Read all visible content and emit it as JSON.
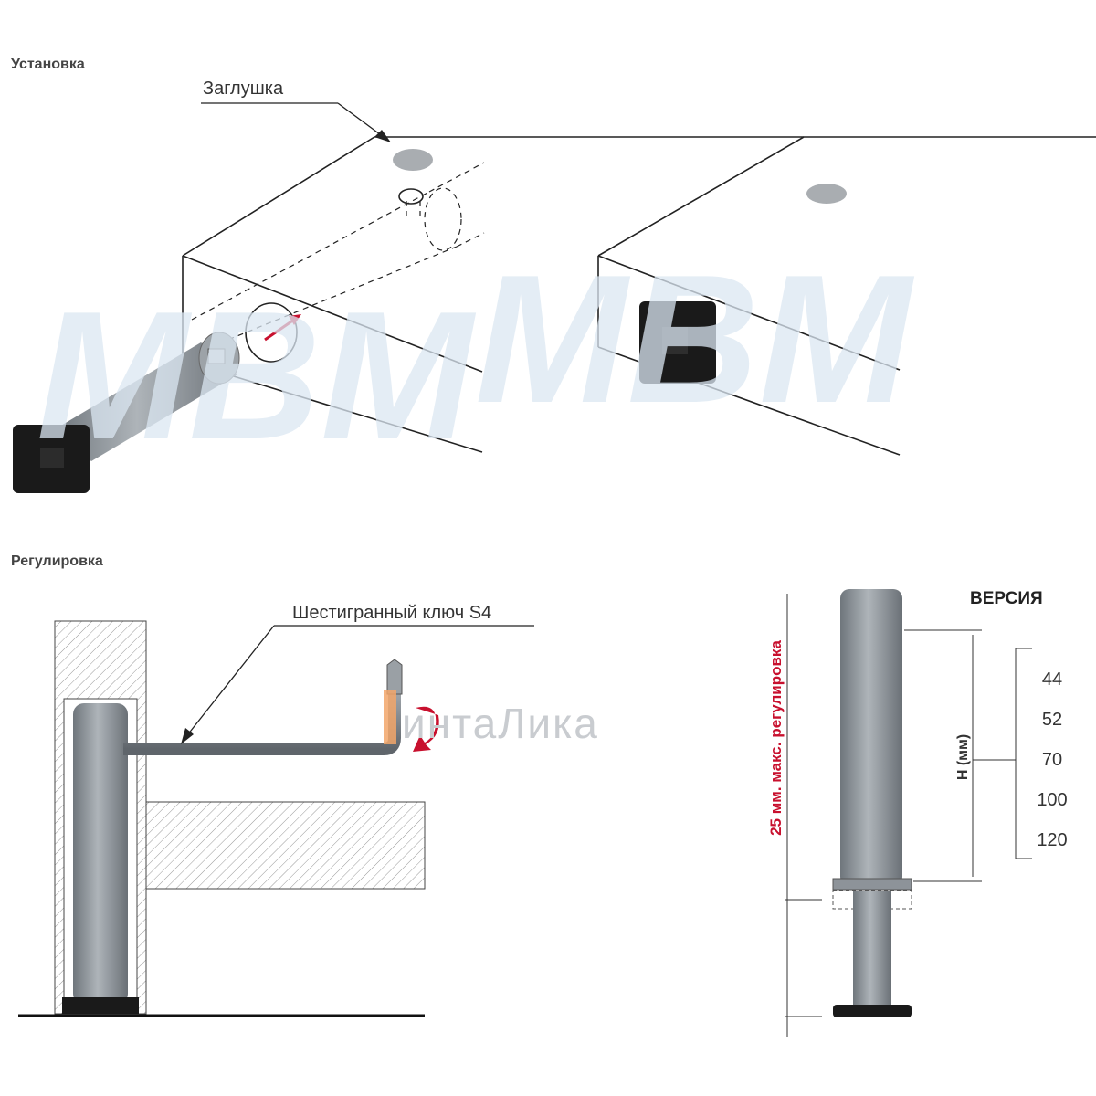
{
  "sections": {
    "install": {
      "title": "Установка",
      "plug_label": "Заглушка"
    },
    "adjust": {
      "title": "Регулировка",
      "key_label": "Шестигранный ключ S4"
    }
  },
  "spec": {
    "version_title": "ВЕРСИЯ",
    "versions": [
      "44",
      "52",
      "70",
      "100",
      "120"
    ],
    "height_label": "H (мм)",
    "adjust_label": "25 мм. макс. регулировка"
  },
  "watermark": {
    "text": "интаЛика",
    "mark": "MBM"
  },
  "colors": {
    "accent_red": "#c8102e",
    "leg_gray": "#8a9096",
    "foot_black": "#1a1a1a",
    "watermark_blue": "#e3edf6",
    "watermark_orange": "#f2a66a"
  }
}
